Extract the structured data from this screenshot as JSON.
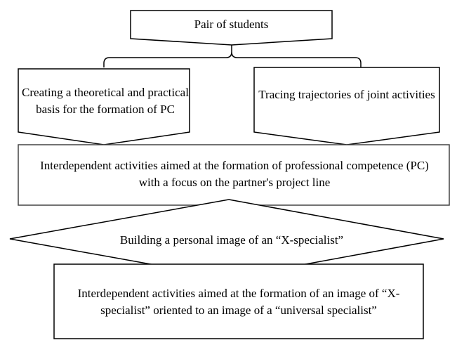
{
  "diagram": {
    "nodes": {
      "pair": {
        "label": "Pair of students"
      },
      "theoretical": {
        "label": "Creating a theoretical and practical basis for the formation of PC"
      },
      "trajectories": {
        "label": "Tracing trajectories of joint activities"
      },
      "interdependent_pc": {
        "label": "Interdependent activities aimed at the formation of professional competence (PC) with a focus on the partner's project line"
      },
      "personal_image": {
        "label": "Building a personal image of an “X-specialist”"
      },
      "interdependent_image": {
        "label": "Interdependent activities aimed at the formation of an image of “X-specialist” oriented to an image of a “universal specialist”"
      }
    },
    "colors": {
      "stroke": "#000000",
      "fill": "#ffffff",
      "text": "#000000",
      "box_outline": "#444444"
    }
  }
}
